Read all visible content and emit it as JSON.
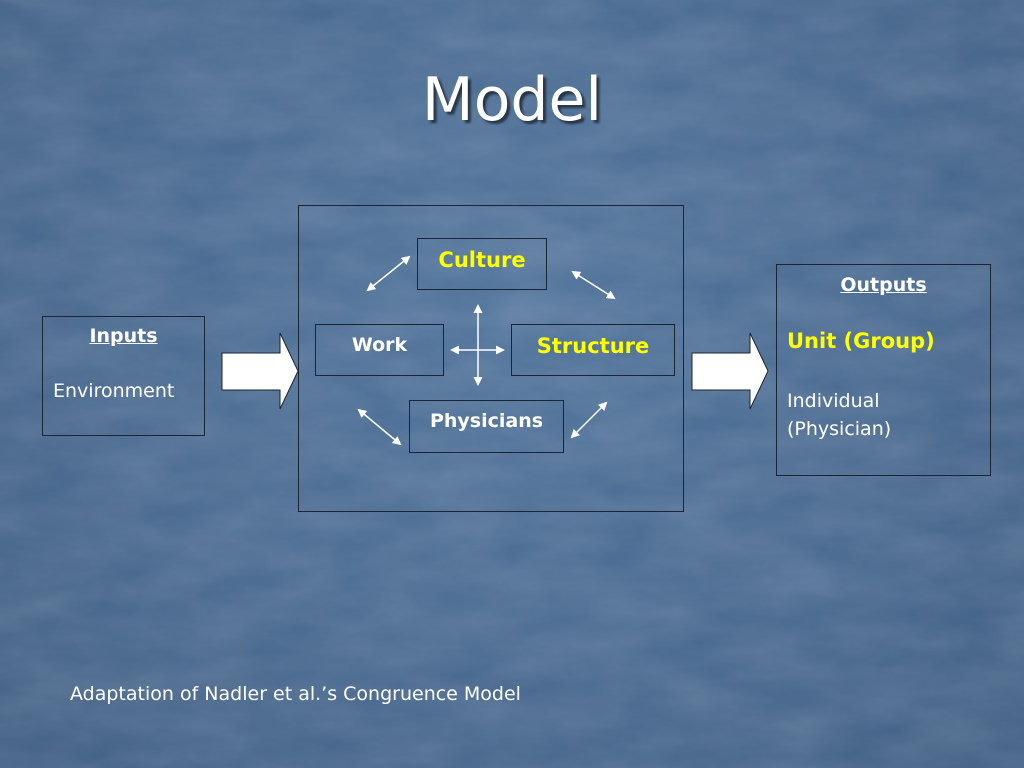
{
  "slide": {
    "title": "Model",
    "footnote": "Adaptation of Nadler et al.’s Congruence Model"
  },
  "inputs": {
    "heading": "Inputs",
    "item": "Environment"
  },
  "model": {
    "culture": "Culture",
    "work": "Work",
    "structure": "Structure",
    "physicians": "Physicians"
  },
  "outputs": {
    "heading": "Outputs",
    "primary": "Unit (Group)",
    "secondary_line1": "Individual",
    "secondary_line2": "(Physician)"
  },
  "colors": {
    "background": "#46678e",
    "accent_text": "#ffff00",
    "border": "#1a2636"
  }
}
